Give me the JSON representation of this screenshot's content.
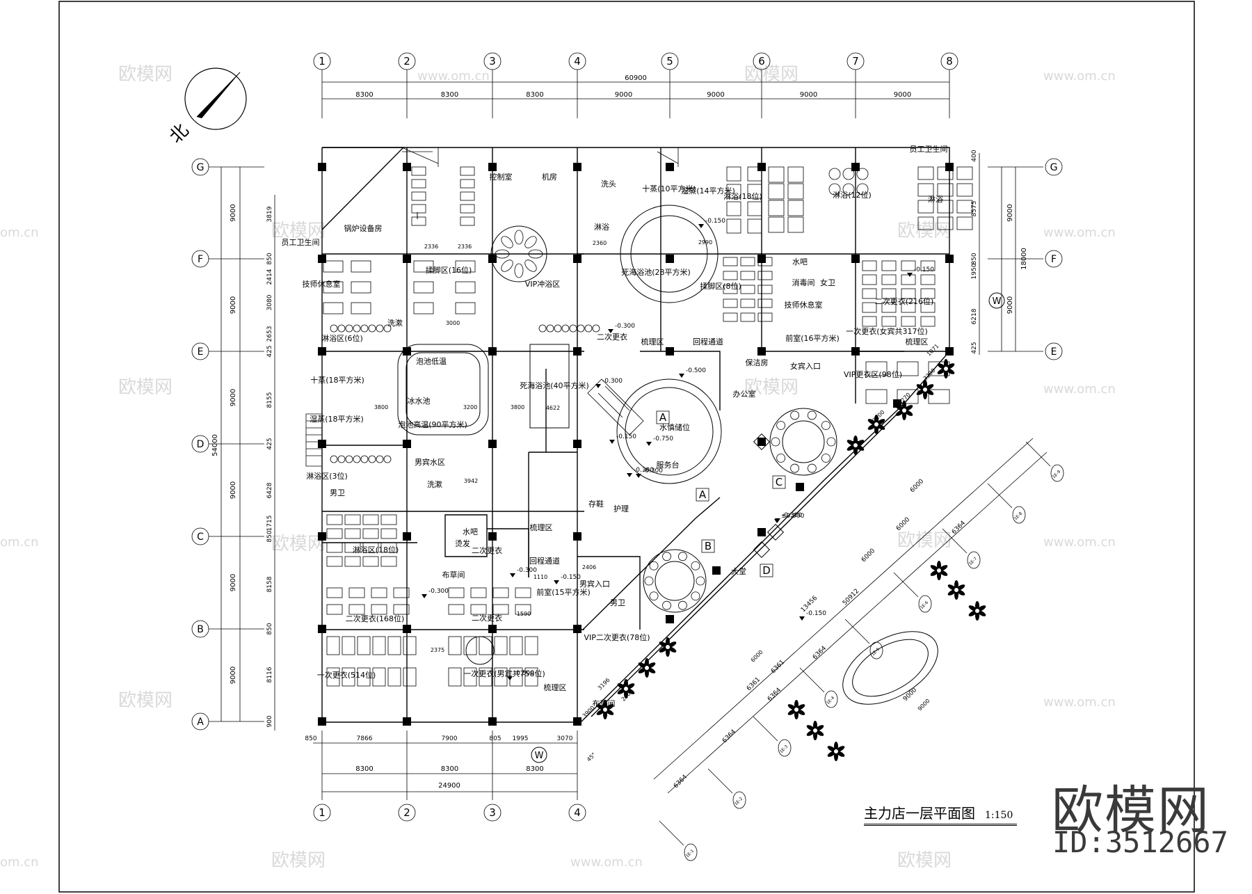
{
  "north": {
    "label": "北"
  },
  "axes": {
    "top_numbers": [
      "1",
      "2",
      "3",
      "4",
      "5",
      "6",
      "7",
      "8"
    ],
    "bottom_numbers": [
      "1",
      "2",
      "3",
      "4"
    ],
    "row_letters": [
      "G",
      "F",
      "E",
      "D",
      "C",
      "B",
      "A"
    ],
    "right_letters": [
      "G",
      "F",
      "E"
    ],
    "diag_labels": [
      "1E-1",
      "1E-2",
      "1E-3",
      "1E-4",
      "1E-5",
      "1E-6",
      "1E-7",
      "1E-8",
      "1E-9"
    ]
  },
  "dimensions": {
    "top_total": "60900",
    "top_spans": [
      "8300",
      "8300",
      "8300",
      "9000",
      "9000",
      "9000",
      "9000"
    ],
    "left_total": "54000",
    "left_spans": [
      "9000",
      "9000",
      "9000",
      "9000",
      "9000",
      "9000"
    ],
    "left_inner": [
      "3819",
      "850",
      "2414",
      "3080",
      "2653",
      "425",
      "8155",
      "425",
      "6428",
      "1715",
      "850",
      "8158",
      "850",
      "8116",
      "900"
    ],
    "right_total": "18000",
    "right_spans": [
      "9000",
      "9000"
    ],
    "right_inner": [
      "400",
      "8575",
      "850",
      "1950",
      "6218",
      "425"
    ],
    "bottom_total": "24900",
    "bottom_spans": [
      "8300",
      "8300",
      "8300"
    ],
    "bottom_inner": [
      "850",
      "7866",
      "7900",
      "805",
      "1995",
      "3070"
    ],
    "diag_dims": [
      "6364",
      "6364",
      "6364",
      "6364",
      "6361",
      "6361",
      "6364",
      "6000",
      "6000",
      "6000",
      "9000",
      "13456",
      "50912"
    ],
    "misc": [
      "3200",
      "3270",
      "3200",
      "1071",
      "3196",
      "3900",
      "200",
      "45°",
      "6000",
      "9000"
    ]
  },
  "rooms": [
    {
      "name": "锅炉设备房"
    },
    {
      "name": "员工卫生间"
    },
    {
      "name": "技师休息室"
    },
    {
      "name": "揉脚区(16位)"
    },
    {
      "name": "控制室"
    },
    {
      "name": "机房"
    },
    {
      "name": "VIP冲浴区"
    },
    {
      "name": "洗头"
    },
    {
      "name": "十蒸(10平方米)"
    },
    {
      "name": "湿蒸(14平方米)"
    },
    {
      "name": "淋浴"
    },
    {
      "name": "死海浴池(28平方米)"
    },
    {
      "name": "淋浴(18位)"
    },
    {
      "name": "淋浴(12位)"
    },
    {
      "name": "员工卫生间"
    },
    {
      "name": "淋浴"
    },
    {
      "name": "揉脚区(8位)"
    },
    {
      "name": "水吧"
    },
    {
      "name": "消毒间"
    },
    {
      "name": "女卫"
    },
    {
      "name": "技师休息室"
    },
    {
      "name": "二次更衣(216位)"
    },
    {
      "name": "洗漱"
    },
    {
      "name": "淋浴区(6位)"
    },
    {
      "name": "十蒸(18平方米)"
    },
    {
      "name": "湿蒸(18平方米)"
    },
    {
      "name": "泡池低温"
    },
    {
      "name": "冰水池"
    },
    {
      "name": "泡池高温(90平方米)"
    },
    {
      "name": "死海浴池(40平方米)"
    },
    {
      "name": "二次更衣"
    },
    {
      "name": "梳理区"
    },
    {
      "name": "回程通道"
    },
    {
      "name": "保洁房"
    },
    {
      "name": "办公室"
    },
    {
      "name": "前室(16平方米)"
    },
    {
      "name": "女宾入口"
    },
    {
      "name": "一次更衣(女宾共317位)"
    },
    {
      "name": "VIP更衣区(98位)"
    },
    {
      "name": "梳理区"
    },
    {
      "name": "水慎储位"
    },
    {
      "name": "服务台"
    },
    {
      "name": "淋浴区(3位)"
    },
    {
      "name": "男宾水区"
    },
    {
      "name": "洗漱"
    },
    {
      "name": "男卫"
    },
    {
      "name": "存鞋"
    },
    {
      "name": "护理"
    },
    {
      "name": "梳理区"
    },
    {
      "name": "水吧"
    },
    {
      "name": "淋浴区(18位)"
    },
    {
      "name": "二次更衣"
    },
    {
      "name": "烫发"
    },
    {
      "name": "布草间"
    },
    {
      "name": "回程通道"
    },
    {
      "name": "大堂"
    },
    {
      "name": "前室(15平方米)"
    },
    {
      "name": "男宾入口"
    },
    {
      "name": "男卫"
    },
    {
      "name": "VIP二次更衣(78位)"
    },
    {
      "name": "二次更衣(168位)"
    },
    {
      "name": "二次更衣"
    },
    {
      "name": "一次更衣(514位)"
    },
    {
      "name": "一次更衣(男宾共758位)"
    },
    {
      "name": "梳理区"
    },
    {
      "name": "布草间"
    }
  ],
  "elevations": [
    "-0.150",
    "-0.150",
    "-0.300",
    "-0.300",
    "-0.500",
    "-0.300",
    "-0.150",
    "-0.150",
    "-0.300",
    "-0.300",
    "±0.000",
    "-0.750",
    "-0.300",
    "-0.500",
    "-0.300",
    "-0.150"
  ],
  "zone_letters": [
    "A",
    "B",
    "C",
    "D",
    "A"
  ],
  "misc_text": [
    "W",
    "W",
    "2360",
    "2990",
    "3000",
    "2336",
    "2336",
    "3200",
    "3800",
    "3800",
    "4622",
    "3942",
    "2375",
    "1110",
    "1590",
    "2406"
  ],
  "title": {
    "text": "主力店一层平面图",
    "scale": "1:150"
  },
  "watermark": {
    "brand": "欧模网",
    "id": "ID:3512667",
    "site": "www.om.cn",
    "site_alt": "om.cn"
  }
}
